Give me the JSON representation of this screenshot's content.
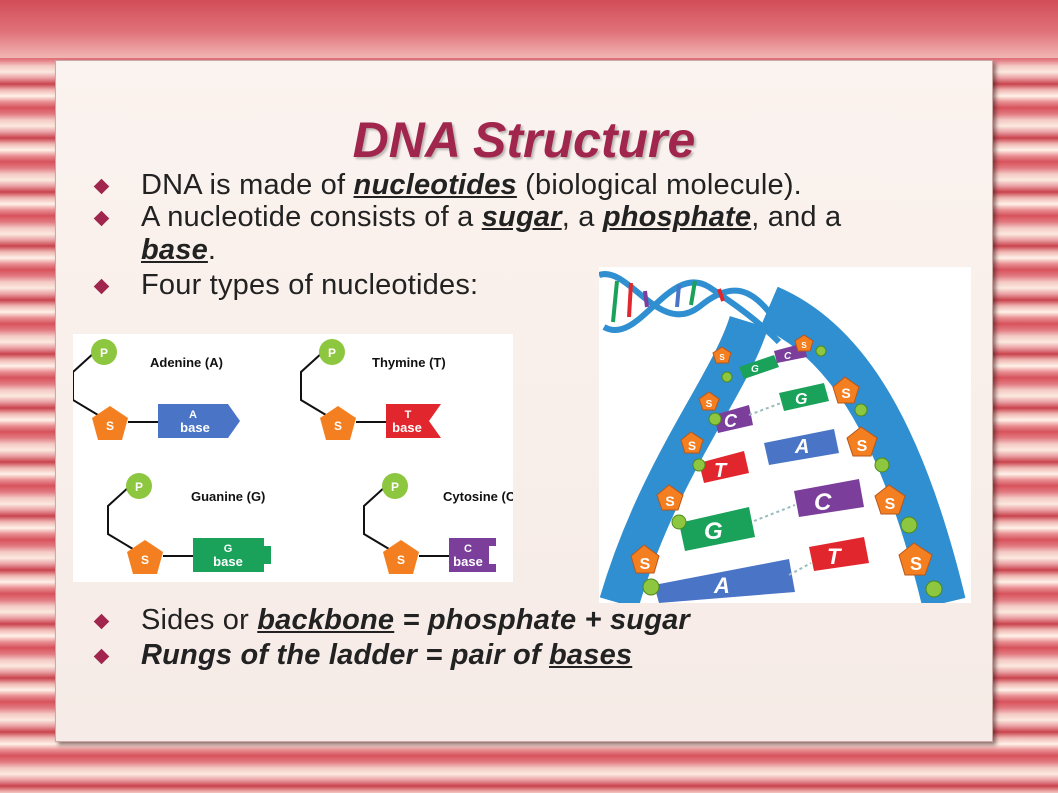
{
  "slide": {
    "title": "DNA Structure",
    "bullets": {
      "b1": {
        "pre": "DNA is made of ",
        "em": "nucleotides",
        "post": " (biological molecule)."
      },
      "b2": {
        "pre": "A nucleotide consists of a ",
        "em1": "sugar",
        "mid1": ", a ",
        "em2": "phosphate",
        "mid2": ", and a ",
        "em3": "base",
        "post": "."
      },
      "b3": {
        "text": "Four types of nucleotides:"
      },
      "b4": {
        "pre": "Sides or ",
        "em": "backbone",
        "post": " = phosphate + sugar"
      },
      "b5": {
        "pre": "Rungs of the ladder = pair of ",
        "em": "bases"
      }
    }
  },
  "nucleotides": [
    {
      "name": "Adenine (A)",
      "letter": "A",
      "base_word": "base",
      "color": "#4a74c6"
    },
    {
      "name": "Thymine (T)",
      "letter": "T",
      "base_word": "base",
      "color": "#e2262d"
    },
    {
      "name": "Guanine (G)",
      "letter": "G",
      "base_word": "base",
      "color": "#1aa15a"
    },
    {
      "name": "Cytosine (C)",
      "letter": "C",
      "base_word": "base",
      "color": "#7b3f9b"
    }
  ],
  "diagram_labels": {
    "phosphate": "P",
    "sugar": "S"
  },
  "helix": {
    "rungs": [
      {
        "left": "G",
        "right": "C"
      },
      {
        "left": "C",
        "right": "G"
      },
      {
        "left": "T",
        "right": "A"
      },
      {
        "left": "G",
        "right": "C"
      },
      {
        "left": "A",
        "right": "T"
      }
    ]
  },
  "colors": {
    "title": "#a0264e",
    "phosphate": "#8dc63f",
    "sugar": "#f47f20",
    "backbone": "#2f8fd0",
    "A": "#4a74c6",
    "T": "#e2262d",
    "G": "#1aa15a",
    "C": "#7b3f9b"
  }
}
